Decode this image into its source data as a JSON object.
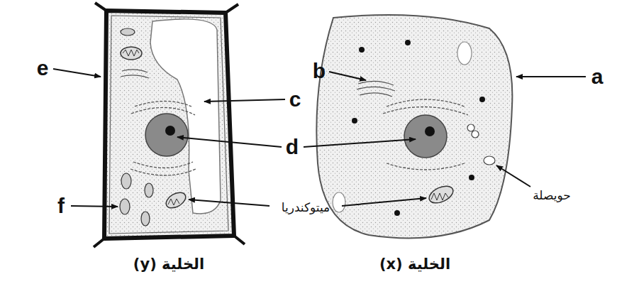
{
  "diagram": {
    "labels": [
      "b",
      "a",
      "e",
      "c",
      "d",
      "f",
      "ميتوكندريا",
      "حويصلة",
      "الخلية (y)",
      "الخلية (x)"
    ]
  }
}
